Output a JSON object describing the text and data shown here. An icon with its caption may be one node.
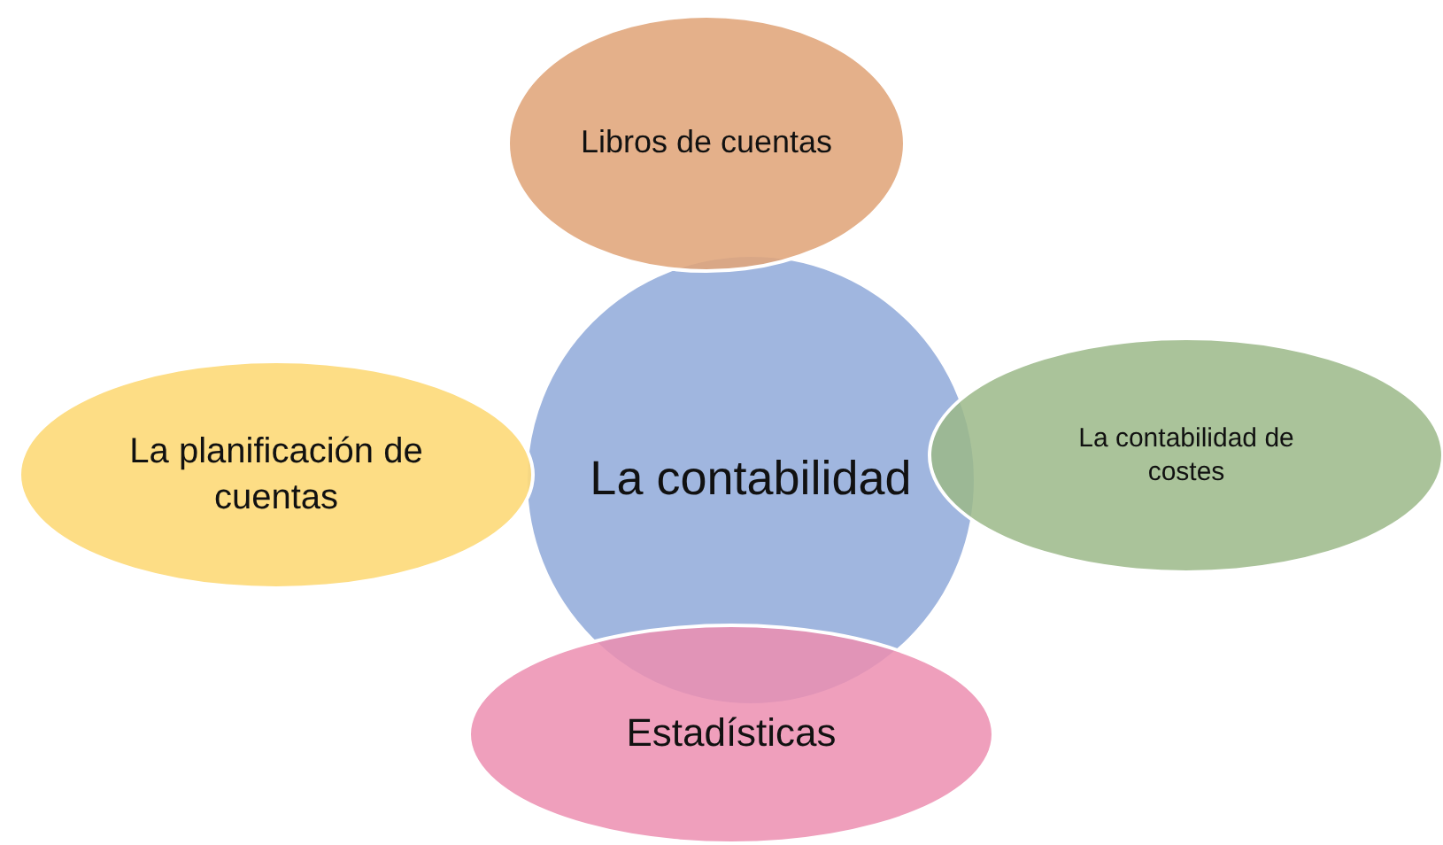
{
  "diagram": {
    "nodes": [
      {
        "text": [
          "Libros de cuentas"
        ]
      },
      {
        "text": [
          "La planificación de cuentas"
        ]
      },
      {
        "text": [
          "La contabilidad"
        ]
      },
      {
        "text": [
          "La contabilidad de costes"
        ]
      },
      {
        "text": [
          "Estadísticas"
        ]
      }
    ]
  }
}
